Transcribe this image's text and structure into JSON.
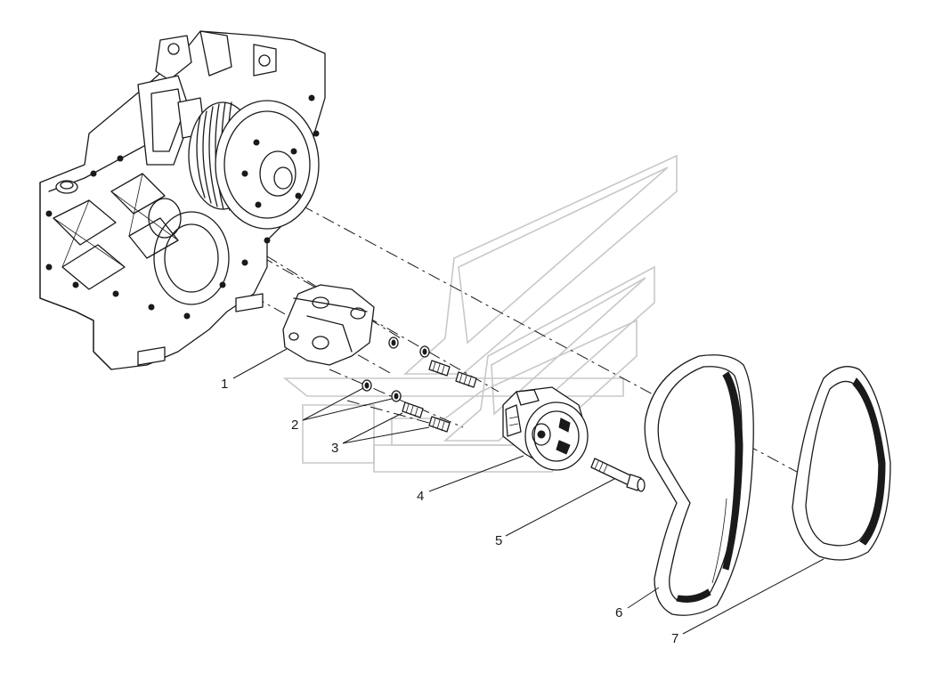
{
  "diagram": {
    "type": "exploded-parts-view",
    "colors": {
      "ink": "#1a1a1a",
      "watermark": "#c8c8c8",
      "background": "#ffffff"
    },
    "callouts": [
      {
        "id": "callout-1",
        "label": "1"
      },
      {
        "id": "callout-2",
        "label": "2"
      },
      {
        "id": "callout-3",
        "label": "3"
      },
      {
        "id": "callout-4",
        "label": "4"
      },
      {
        "id": "callout-5",
        "label": "5"
      },
      {
        "id": "callout-6",
        "label": "6"
      },
      {
        "id": "callout-7",
        "label": "7"
      }
    ]
  }
}
